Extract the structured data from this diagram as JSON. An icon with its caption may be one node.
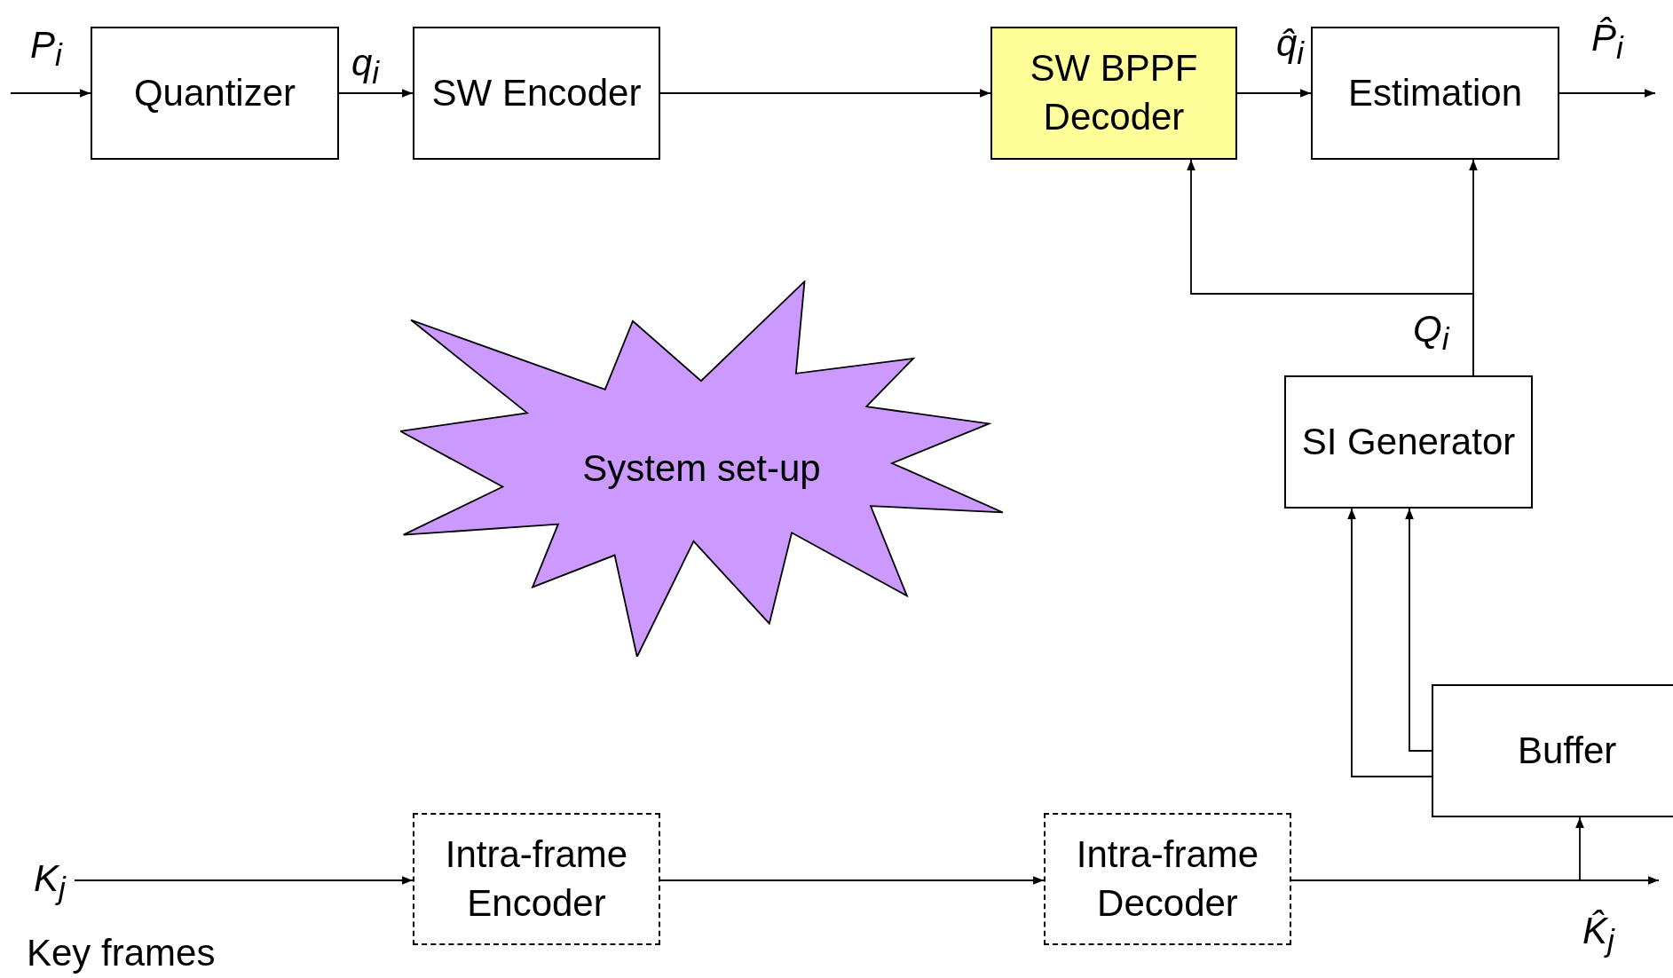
{
  "diagram": {
    "nodes": [
      {
        "text": [
          "Quantizer"
        ]
      },
      {
        "text": [
          "SW Encoder"
        ]
      },
      {
        "text": [
          "SW BPPF Decoder"
        ]
      },
      {
        "text": [
          "Estimation"
        ]
      },
      {
        "text": [
          "SI Generator"
        ]
      },
      {
        "text": [
          "Buffer"
        ]
      },
      {
        "text": [
          "Intra-frame Encoder"
        ]
      },
      {
        "text": [
          "Intra-frame Decoder"
        ]
      },
      {
        "text": [
          "System set-up"
        ]
      },
      {
        "text": [
          "K$_{j}$"
        ]
      }
    ],
    "edges": [
      {
        "from": null,
        "to": 0,
        "arrow": "to",
        "label": "P$_{i}$"
      },
      {
        "from": 0,
        "to": 1,
        "arrow": "to",
        "label": "q$_{i}$"
      },
      {
        "from": 1,
        "to": 2,
        "arrow": "to"
      },
      {
        "from": 2,
        "to": 3,
        "arrow": "to",
        "label": "q̂$_{i}$"
      },
      {
        "from": 3,
        "to": null,
        "arrow": "to",
        "label": "P̂$_{i}$"
      },
      {
        "from": 4,
        "to": 2,
        "arrow": "to"
      },
      {
        "from": 4,
        "to": 3,
        "arrow": "to",
        "label": "Q$_{i}$"
      },
      {
        "from": 5,
        "to": 4,
        "arrow": "to"
      },
      {
        "from": 5,
        "to": 4,
        "arrow": "to"
      },
      {
        "from": 9,
        "to": 6,
        "arrow": "to"
      },
      {
        "from": 6,
        "to": 7,
        "arrow": "to"
      },
      {
        "from": 7,
        "to": null,
        "arrow": "to",
        "label": "K̂$_{j}$"
      },
      {
        "from": 7,
        "to": 5,
        "arrow": "to"
      }
    ],
    "labels": [
      "Key frames"
    ]
  }
}
